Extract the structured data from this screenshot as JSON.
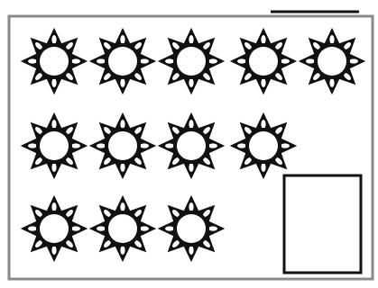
{
  "figure": {
    "flower_rows": [
      5,
      4,
      3
    ],
    "flower_count": 12,
    "has_square": true,
    "has_top_right_line": true
  },
  "colors": {
    "background": "#ffffff",
    "frame": "#8a8a8a",
    "ink": "#111111",
    "flower_center": "#ffffff",
    "petal_hole": "#ffffff"
  },
  "icons": [
    "flower-icon",
    "square-outline",
    "frame-border",
    "top-line"
  ]
}
